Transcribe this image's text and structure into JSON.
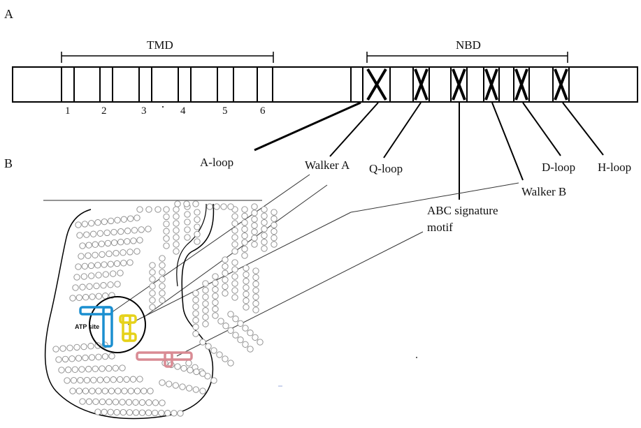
{
  "panels": {
    "a": "A",
    "b": "B"
  },
  "domains": {
    "tmd": "TMD",
    "nbd": "NBD"
  },
  "tm_segments": [
    "1",
    "2",
    "3",
    "4",
    "5",
    "6"
  ],
  "motifs": {
    "a_loop": "A-loop",
    "walker_a": "Walker A",
    "q_loop": "Q-loop",
    "abc_signature_line1": "ABC signature",
    "abc_signature_line2": "motif",
    "walker_b": "Walker B",
    "d_loop": "D-loop",
    "h_loop": "H-loop"
  },
  "atp_site": "ATP site",
  "colors": {
    "walker_a_highlight": "#1b8fd0",
    "abc_signature_highlight": "#e6d21a",
    "walker_b_highlight": "#d98b94",
    "residue_outline": "#8a8a8a"
  }
}
